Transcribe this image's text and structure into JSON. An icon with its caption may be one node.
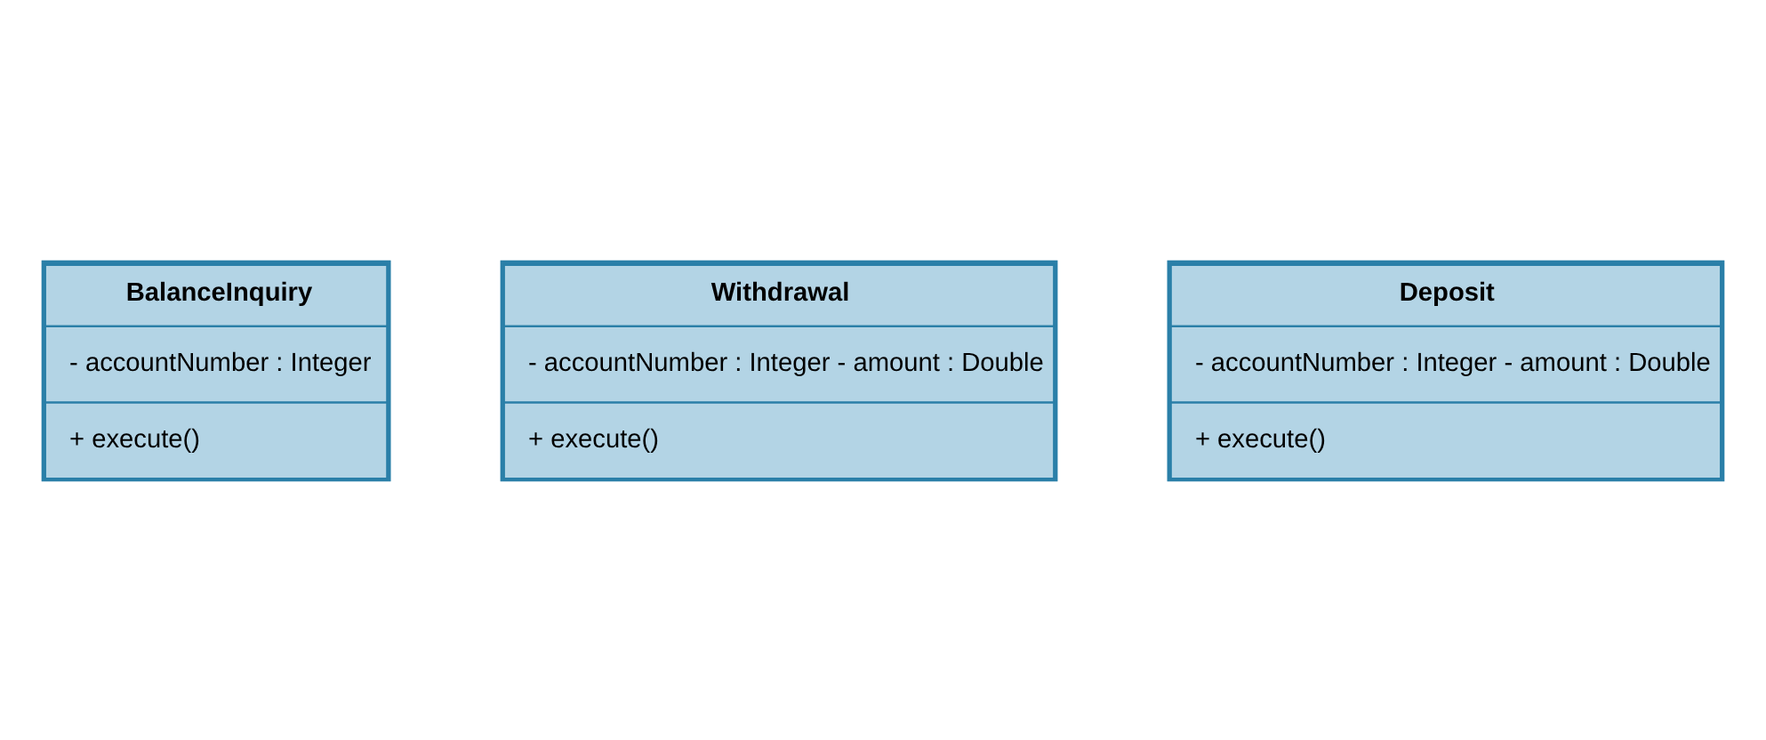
{
  "diagram": {
    "nodes": [
      {
        "text": [
          "BalanceInquiry",
          "- accountNumber : Integer",
          "+ execute()"
        ]
      },
      {
        "text": [
          "Withdrawal",
          "- accountNumber : Integer - amount : Double",
          "+ execute()"
        ]
      },
      {
        "text": [
          "Deposit",
          "- accountNumber : Integer - amount : Double",
          "+ execute()"
        ]
      }
    ],
    "edges": []
  }
}
